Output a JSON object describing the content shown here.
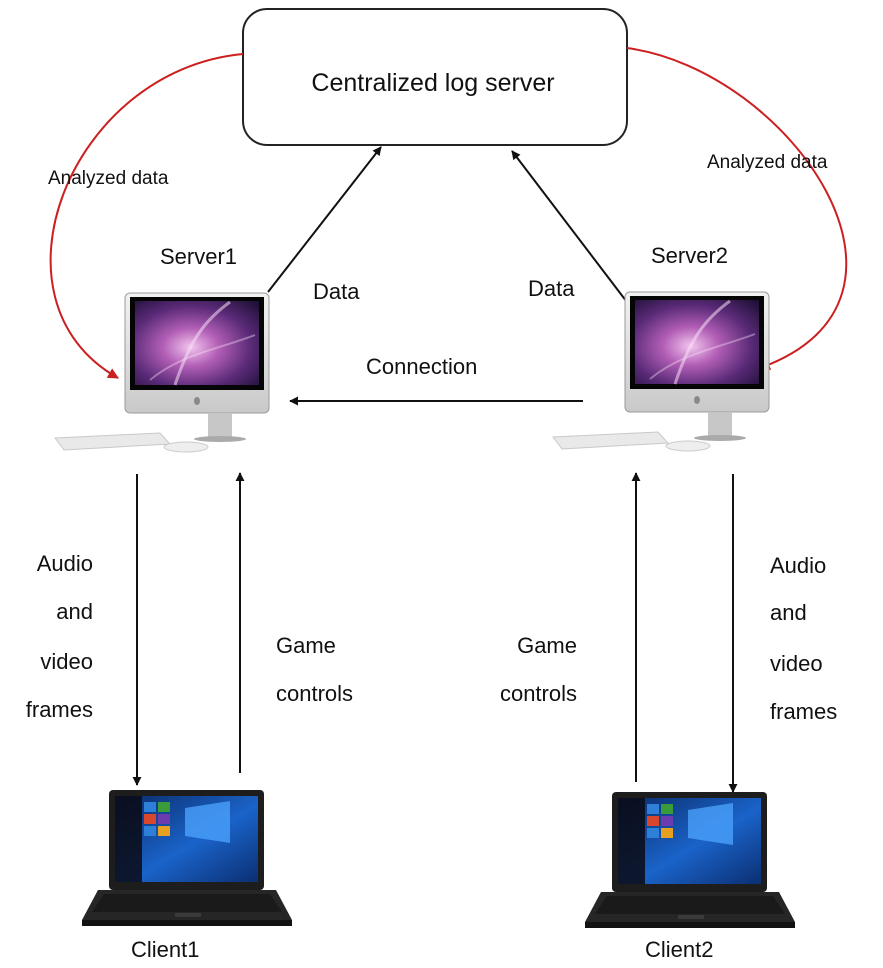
{
  "log_server": {
    "title": "Centralized log server"
  },
  "servers": [
    {
      "name": "Server1"
    },
    {
      "name": "Server2"
    }
  ],
  "clients": [
    {
      "name": "Client1"
    },
    {
      "name": "Client2"
    }
  ],
  "edges": {
    "analyzed_left": "Analyzed data",
    "analyzed_right": "Analyzed data",
    "data_left": "Data",
    "data_right": "Data",
    "connection": "Connection",
    "audio_video_left": [
      "Audio",
      "and",
      "video",
      "frames"
    ],
    "audio_video_right": [
      "Audio",
      "and",
      "video",
      "frames"
    ],
    "game_controls_left": [
      "Game",
      "controls"
    ],
    "game_controls_right": [
      "Game",
      "controls"
    ]
  },
  "colors": {
    "analyzed_arrow": "#cc2020",
    "arrow": "#111111",
    "box_border": "#222222"
  }
}
